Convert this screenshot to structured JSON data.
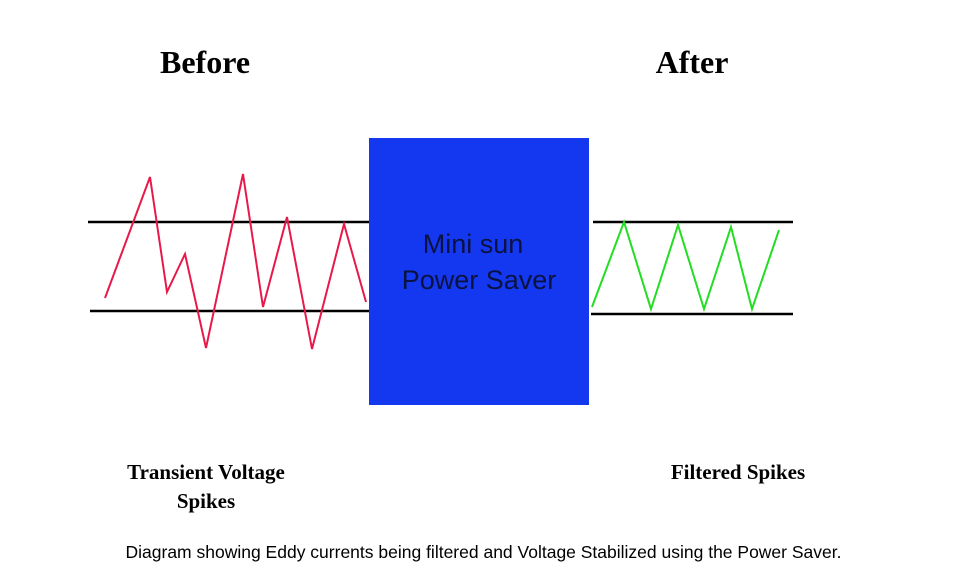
{
  "headings": {
    "before": "Before",
    "after": "After"
  },
  "box": {
    "line1": "Mini sun",
    "line2": "Power Saver",
    "color": "#1438f0"
  },
  "labels": {
    "before_line1": "Transient Voltage",
    "before_line2": "Spikes",
    "after": "Filtered Spikes"
  },
  "caption": "Diagram showing Eddy currents being filtered and Voltage Stabilized using the Power Saver.",
  "colors": {
    "before_wave": "#e8194a",
    "after_wave": "#22dd22",
    "rails": "#000000"
  }
}
